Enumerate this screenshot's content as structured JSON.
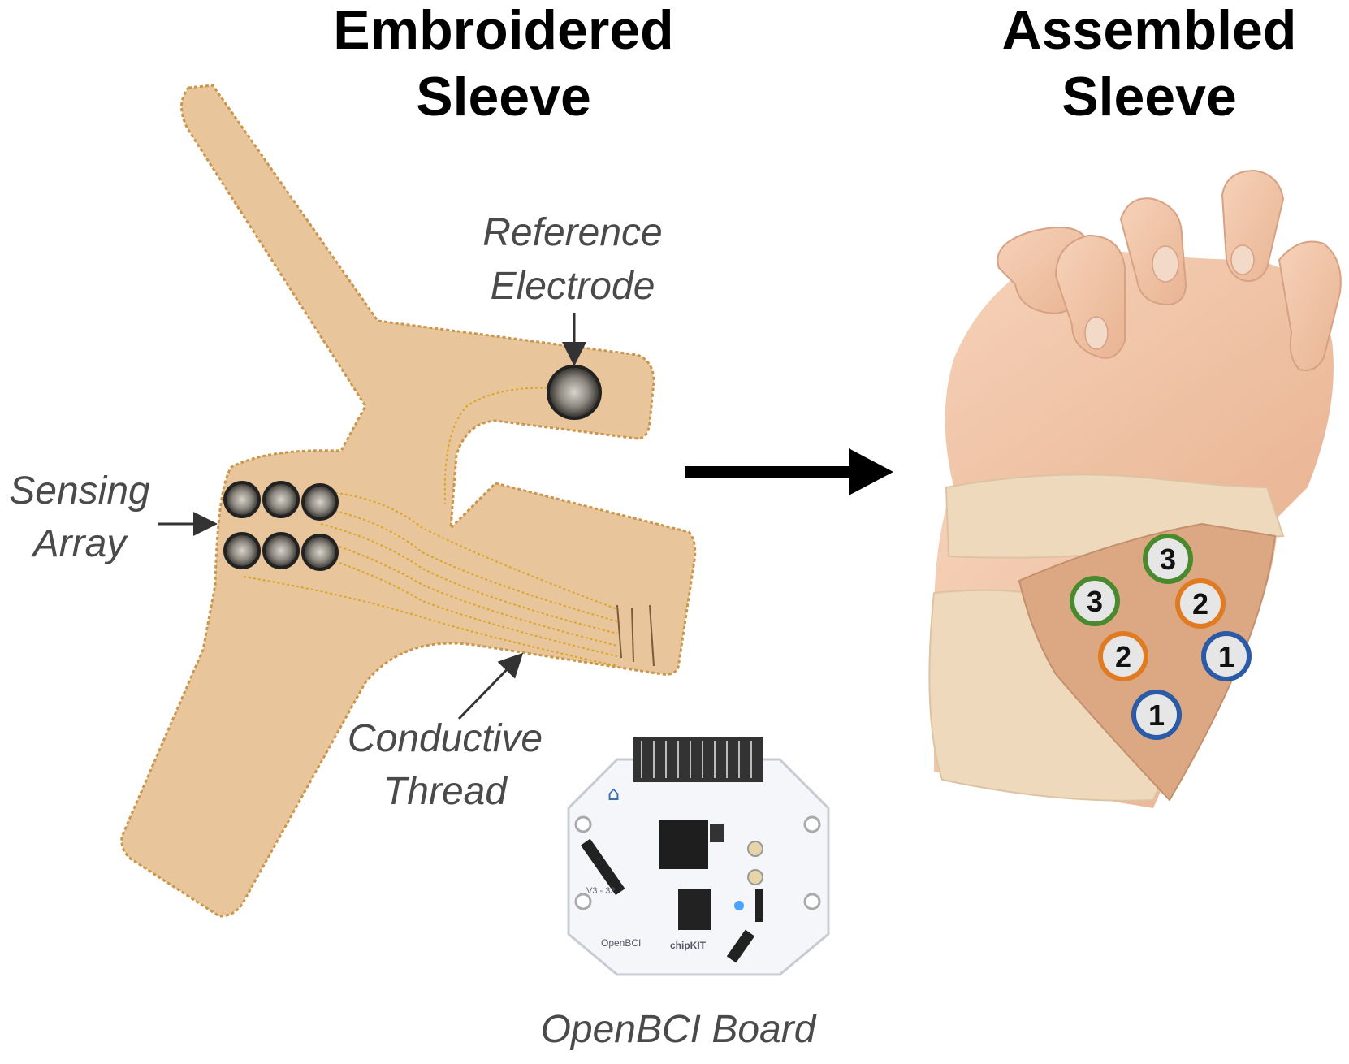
{
  "titles": {
    "embroidered": [
      "Embroidered",
      "Sleeve"
    ],
    "assembled": [
      "Assembled",
      "Sleeve"
    ]
  },
  "labels": {
    "reference": [
      "Reference",
      "Electrode"
    ],
    "sensing": [
      "Sensing",
      "Array"
    ],
    "conductive": [
      "Conductive",
      "Thread"
    ],
    "board": "OpenBCI Board"
  },
  "board_text": {
    "version": "V3 - 32",
    "brand": "OpenBCI",
    "chip": "chipKIT"
  },
  "electrode_markers": [
    {
      "label": "3",
      "color": "#4a8a2f"
    },
    {
      "label": "3",
      "color": "#4a8a2f"
    },
    {
      "label": "2",
      "color": "#e07b22"
    },
    {
      "label": "2",
      "color": "#e07b22"
    },
    {
      "label": "1",
      "color": "#2b5aa6"
    },
    {
      "label": "1",
      "color": "#2b5aa6"
    }
  ],
  "colors": {
    "fabric": "#e9c59b",
    "thread": "#d9a625",
    "skin": "#f0c4a6",
    "bandage": "#efd9bd",
    "kinesio": "#dca884"
  }
}
